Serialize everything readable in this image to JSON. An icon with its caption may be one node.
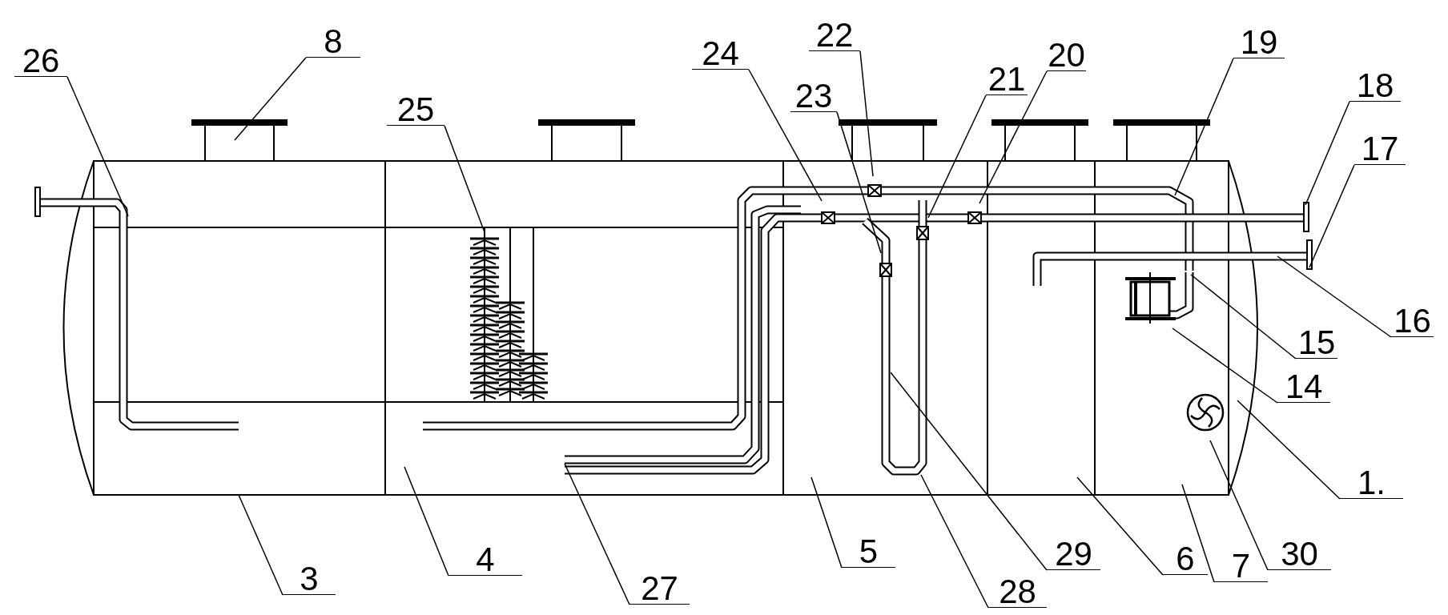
{
  "diagram": {
    "nodes": [
      {
        "text": [
          "8"
        ]
      },
      {
        "text": [
          "22"
        ]
      },
      {
        "text": [
          "26"
        ]
      },
      {
        "text": [
          "24"
        ]
      },
      {
        "text": [
          "21"
        ]
      },
      {
        "text": [
          "20"
        ]
      },
      {
        "text": [
          "19"
        ]
      },
      {
        "text": [
          "23"
        ]
      },
      {
        "text": [
          "25"
        ]
      },
      {
        "text": [
          "18"
        ]
      },
      {
        "text": [
          "17"
        ]
      },
      {
        "text": [
          "16"
        ]
      },
      {
        "text": [
          "15"
        ]
      },
      {
        "text": [
          "14"
        ]
      },
      {
        "text": [
          "1."
        ]
      },
      {
        "text": [
          "30"
        ]
      },
      {
        "text": [
          "29"
        ]
      },
      {
        "text": [
          "7"
        ]
      },
      {
        "text": [
          "6"
        ]
      },
      {
        "text": [
          "5"
        ]
      },
      {
        "text": [
          "4"
        ]
      },
      {
        "text": [
          "3"
        ]
      },
      {
        "text": [
          "28"
        ]
      },
      {
        "text": [
          "27"
        ]
      }
    ],
    "edges": [
      {
        "from": 0,
        "to": null,
        "arrow": "none"
      },
      {
        "from": 1,
        "to": null,
        "arrow": "none"
      },
      {
        "from": 2,
        "to": null,
        "arrow": "none"
      },
      {
        "from": 3,
        "to": null,
        "arrow": "none"
      },
      {
        "from": 4,
        "to": null,
        "arrow": "none"
      },
      {
        "from": 5,
        "to": null,
        "arrow": "none"
      },
      {
        "from": 6,
        "to": null,
        "arrow": "none"
      },
      {
        "from": 7,
        "to": null,
        "arrow": "none"
      },
      {
        "from": 8,
        "to": null,
        "arrow": "none"
      },
      {
        "from": 9,
        "to": null,
        "arrow": "none"
      },
      {
        "from": 10,
        "to": null,
        "arrow": "none"
      },
      {
        "from": 11,
        "to": null,
        "arrow": "none"
      },
      {
        "from": 12,
        "to": null,
        "arrow": "none"
      },
      {
        "from": 13,
        "to": null,
        "arrow": "none"
      },
      {
        "from": 14,
        "to": null,
        "arrow": "none"
      },
      {
        "from": 15,
        "to": null,
        "arrow": "none"
      },
      {
        "from": 16,
        "to": null,
        "arrow": "none"
      },
      {
        "from": 17,
        "to": null,
        "arrow": "none"
      },
      {
        "from": 18,
        "to": null,
        "arrow": "none"
      },
      {
        "from": 19,
        "to": null,
        "arrow": "none"
      },
      {
        "from": 20,
        "to": null,
        "arrow": "none"
      },
      {
        "from": 21,
        "to": null,
        "arrow": "none"
      },
      {
        "from": 22,
        "to": null,
        "arrow": "none"
      },
      {
        "from": 23,
        "to": null,
        "arrow": "none"
      }
    ]
  }
}
